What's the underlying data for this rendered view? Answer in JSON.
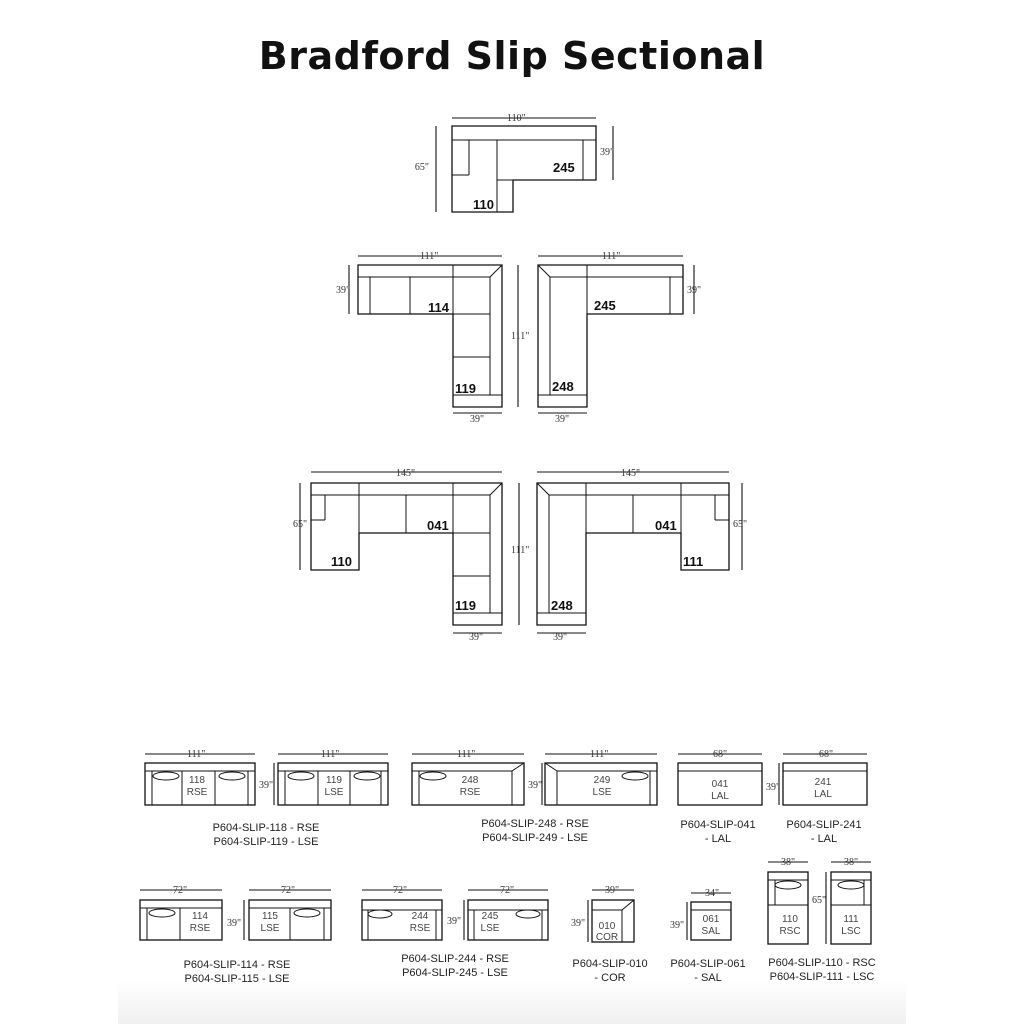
{
  "title": "Bradford Slip Sectional",
  "top_configs": [
    {
      "pieces": [
        "245",
        "110"
      ],
      "dims": [
        "110\"",
        "65\"",
        "39\""
      ]
    },
    {
      "pieces": [
        "114",
        "119"
      ],
      "dims": [
        "111\"",
        "39\"",
        "111\"",
        "39\""
      ]
    },
    {
      "pieces": [
        "245",
        "248"
      ],
      "dims": [
        "111\"",
        "39\"",
        "39\""
      ]
    },
    {
      "pieces": [
        "041",
        "110",
        "119"
      ],
      "dims": [
        "145\"",
        "65\"",
        "111\"",
        "39\""
      ]
    },
    {
      "pieces": [
        "041",
        "248",
        "111"
      ],
      "dims": [
        "145\"",
        "65\"",
        "39\""
      ]
    }
  ],
  "modules": [
    {
      "label": "118",
      "sub": "RSE",
      "width": "111\""
    },
    {
      "label": "119",
      "sub": "LSE",
      "width": "111\""
    },
    {
      "label": "248",
      "sub": "RSE",
      "width": "111\""
    },
    {
      "label": "249",
      "sub": "LSE",
      "width": "111\""
    },
    {
      "label": "041",
      "sub": "LAL",
      "width": "68\""
    },
    {
      "label": "241",
      "sub": "LAL",
      "width": "68\""
    },
    {
      "label": "114",
      "sub": "RSE",
      "width": "72\""
    },
    {
      "label": "115",
      "sub": "LSE",
      "width": "72\""
    },
    {
      "label": "244",
      "sub": "RSE",
      "width": "72\""
    },
    {
      "label": "245",
      "sub": "LSE",
      "width": "72\""
    },
    {
      "label": "010",
      "sub": "COR",
      "width": "39\""
    },
    {
      "label": "061",
      "sub": "SAL",
      "width": "34\""
    },
    {
      "label": "110",
      "sub": "RSC",
      "width": "38\""
    },
    {
      "label": "111",
      "sub": "LSC",
      "width": "38\""
    }
  ],
  "depths": {
    "d39": "39\"",
    "d65": "65\""
  },
  "part_numbers": [
    [
      "P604-SLIP-118 - RSE",
      "P604-SLIP-119 - LSE"
    ],
    [
      "P604-SLIP-248 - RSE",
      "P604-SLIP-249 - LSE"
    ],
    [
      "P604-SLIP-041",
      "- LAL"
    ],
    [
      "P604-SLIP-241",
      "- LAL"
    ],
    [
      "P604-SLIP-114 - RSE",
      "P604-SLIP-115 - LSE"
    ],
    [
      "P604-SLIP-244 - RSE",
      "P604-SLIP-245 - LSE"
    ],
    [
      "P604-SLIP-010",
      "- COR"
    ],
    [
      "P604-SLIP-061",
      "- SAL"
    ],
    [
      "P604-SLIP-110 - RSC",
      "P604-SLIP-111 - LSC"
    ]
  ]
}
